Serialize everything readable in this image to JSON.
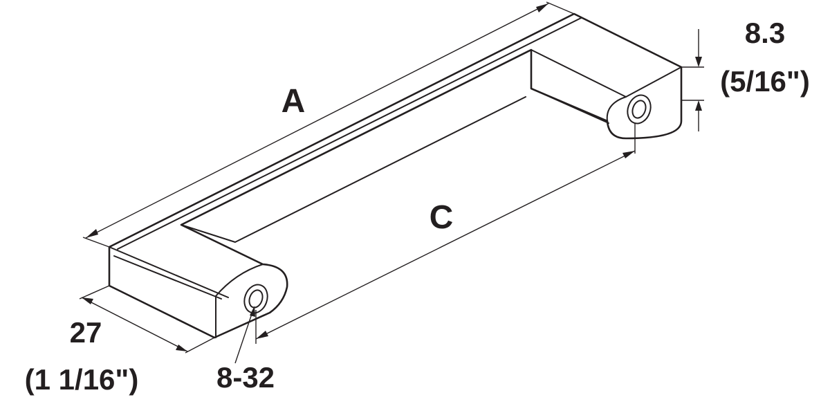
{
  "diagram": {
    "labels": {
      "dim_a": "A",
      "dim_c": "C",
      "height_mm": "8.3",
      "height_in": "(5/16\")",
      "width_mm": "27",
      "width_in": "(1 1/16\")",
      "thread": "8-32"
    },
    "colors": {
      "line": "#231f20",
      "background": "#ffffff"
    }
  }
}
